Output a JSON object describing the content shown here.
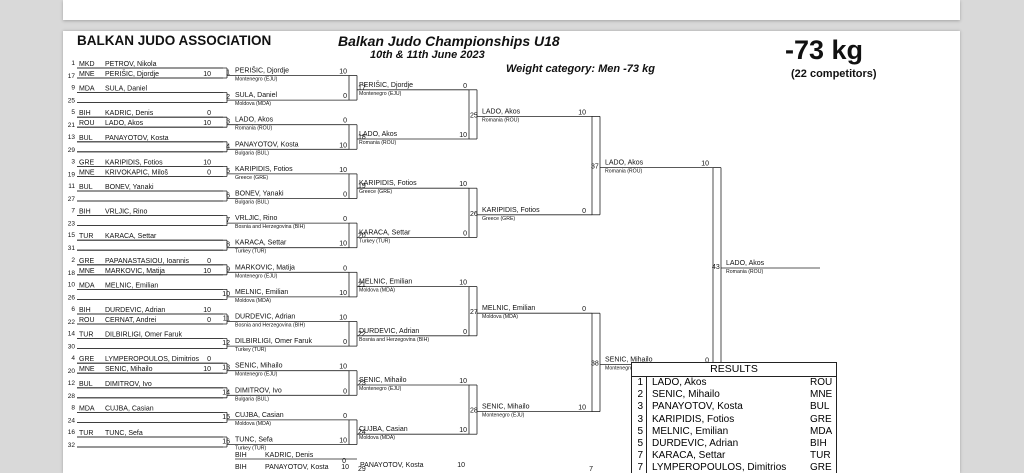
{
  "header": {
    "organization": "BALKAN JUDO ASSOCIATION",
    "event_title": "Balkan Judo Championships U18",
    "dates": "10th & 11th June 2023",
    "weight_category": "Weight category: Men -73 kg",
    "weight_big": "-73 kg",
    "competitors": "(22 competitors)"
  },
  "first_round": [
    {
      "seeds": [
        "1",
        "17"
      ],
      "a": {
        "c": "MKD",
        "n": "PETROV, Nikola",
        "s": ""
      },
      "b": {
        "c": "MNE",
        "n": "PERIŠIC, Djordje",
        "s": "10"
      },
      "box": "1",
      "winner": {
        "n": "PERIŠIC, Djordje",
        "club": "Montenegro (EJU)"
      },
      "ws": "1"
    },
    {
      "seeds": [
        "9",
        "25"
      ],
      "a": {
        "c": "MDA",
        "n": "SULA, Daniel",
        "s": ""
      },
      "b": {
        "c": "",
        "n": "",
        "s": ""
      },
      "box": "2",
      "winner": {
        "n": "SULA, Daniel",
        "club": "Moldova (MDA)"
      },
      "ws": ""
    },
    {
      "seeds": [
        "5",
        "21"
      ],
      "a": {
        "c": "BIH",
        "n": "KADRIC, Denis",
        "s": "0"
      },
      "b": {
        "c": "ROU",
        "n": "LADO, Akos",
        "s": "10"
      },
      "box": "3",
      "winner": {
        "n": "LADO, Akos",
        "club": "Romania (ROU)"
      },
      "ws": ""
    },
    {
      "seeds": [
        "13",
        "29"
      ],
      "a": {
        "c": "BUL",
        "n": "PANAYOTOV, Kosta",
        "s": ""
      },
      "b": {
        "c": "",
        "n": "",
        "s": ""
      },
      "box": "4",
      "winner": {
        "n": "PANAYOTOV, Kosta",
        "club": "Bulgaria (BUL)"
      },
      "ws": ""
    },
    {
      "seeds": [
        "3",
        "19"
      ],
      "a": {
        "c": "GRE",
        "n": "KARIPIDIS, Fotios",
        "s": "10"
      },
      "b": {
        "c": "MNE",
        "n": "KRIVOKAPIC, Miloš",
        "s": "0"
      },
      "box": "5",
      "winner": {
        "n": "KARIPIDIS, Fotios",
        "club": "Greece (GRE)"
      },
      "ws": ""
    },
    {
      "seeds": [
        "11",
        "27"
      ],
      "a": {
        "c": "BUL",
        "n": "BONEV, Yanaki",
        "s": ""
      },
      "b": {
        "c": "",
        "n": "",
        "s": ""
      },
      "box": "6",
      "winner": {
        "n": "BONEV, Yanaki",
        "club": "Bulgaria (BUL)"
      },
      "ws": ""
    },
    {
      "seeds": [
        "7",
        "23"
      ],
      "a": {
        "c": "BIH",
        "n": "VRLJIC, Rino",
        "s": ""
      },
      "b": {
        "c": "",
        "n": "",
        "s": ""
      },
      "box": "7",
      "winner": {
        "n": "VRLJIC, Rino",
        "club": "Bosnia and Herzegovina (BIH)"
      },
      "ws": ""
    },
    {
      "seeds": [
        "15",
        "31"
      ],
      "a": {
        "c": "TUR",
        "n": "KARACA, Settar",
        "s": ""
      },
      "b": {
        "c": "",
        "n": "",
        "s": ""
      },
      "box": "8",
      "winner": {
        "n": "KARACA, Settar",
        "club": "Turkey (TUR)"
      },
      "ws": ""
    },
    {
      "seeds": [
        "2",
        "18"
      ],
      "a": {
        "c": "GRE",
        "n": "PAPANASTASIOU, Ioannis",
        "s": "0"
      },
      "b": {
        "c": "MNE",
        "n": "MARKOVIC, Matija",
        "s": "10"
      },
      "box": "9",
      "winner": {
        "n": "MARKOVIC, Matija",
        "club": "Montenegro (EJU)"
      },
      "ws": ""
    },
    {
      "seeds": [
        "10",
        "26"
      ],
      "a": {
        "c": "MDA",
        "n": "MELNIC, Emilian",
        "s": ""
      },
      "b": {
        "c": "",
        "n": "",
        "s": ""
      },
      "box": "10",
      "winner": {
        "n": "MELNIC, Emilian",
        "club": "Moldova (MDA)"
      },
      "ws": ""
    },
    {
      "seeds": [
        "6",
        "22"
      ],
      "a": {
        "c": "BIH",
        "n": "DURDEVIC, Adrian",
        "s": "10"
      },
      "b": {
        "c": "ROU",
        "n": "CERNAT, Andrei",
        "s": "0"
      },
      "box": "11",
      "winner": {
        "n": "DURDEVIC, Adrian",
        "club": "Bosnia and Herzegovina (BIH)"
      },
      "ws": ""
    },
    {
      "seeds": [
        "14",
        "30"
      ],
      "a": {
        "c": "TUR",
        "n": "DILBIRLIGI, Omer Faruk",
        "s": ""
      },
      "b": {
        "c": "",
        "n": "",
        "s": ""
      },
      "box": "12",
      "winner": {
        "n": "DILBIRLIGI, Omer Faruk",
        "club": "Turkey (TUR)"
      },
      "ws": ""
    },
    {
      "seeds": [
        "4",
        "20"
      ],
      "a": {
        "c": "GRE",
        "n": "LYMPEROPOULOS, Dimitrios",
        "s": "0"
      },
      "b": {
        "c": "MNE",
        "n": "SENIC, Mihailo",
        "s": "10"
      },
      "box": "13",
      "winner": {
        "n": "SENIC, Mihailo",
        "club": "Montenegro (EJU)"
      },
      "ws": ""
    },
    {
      "seeds": [
        "12",
        "28"
      ],
      "a": {
        "c": "BUL",
        "n": "DIMITROV, Ivo",
        "s": ""
      },
      "b": {
        "c": "",
        "n": "",
        "s": ""
      },
      "box": "14",
      "winner": {
        "n": "DIMITROV, Ivo",
        "club": "Bulgaria (BUL)"
      },
      "ws": ""
    },
    {
      "seeds": [
        "8",
        "24"
      ],
      "a": {
        "c": "MDA",
        "n": "CUJBA, Casian",
        "s": ""
      },
      "b": {
        "c": "",
        "n": "",
        "s": ""
      },
      "box": "15",
      "winner": {
        "n": "CUJBA, Casian",
        "club": "Moldova (MDA)"
      },
      "ws": ""
    },
    {
      "seeds": [
        "16",
        "32"
      ],
      "a": {
        "c": "TUR",
        "n": "TUNC, Sefa",
        "s": ""
      },
      "b": {
        "c": "",
        "n": "",
        "s": ""
      },
      "box": "16",
      "winner": {
        "n": "TUNC, Sefa",
        "club": "Turkey (TUR)"
      },
      "ws": ""
    }
  ],
  "round2_scores": [
    [
      "10",
      "0"
    ],
    [
      "0",
      "10"
    ],
    [
      "10",
      "0"
    ],
    [
      "0",
      "10"
    ],
    [
      "0",
      "10"
    ],
    [
      "10",
      "0"
    ],
    [
      "10",
      "0"
    ],
    [
      "0",
      "10"
    ]
  ],
  "round2": [
    {
      "box": "17",
      "winner": {
        "n": "PERIŠIC, Djordje",
        "club": "Montenegro (EJU)"
      }
    },
    {
      "box": "18",
      "winner": {
        "n": "LADO, Akos",
        "club": "Romania (ROU)"
      }
    },
    {
      "box": "19",
      "winner": {
        "n": "KARIPIDIS, Fotios",
        "club": "Greece (GRE)"
      }
    },
    {
      "box": "20",
      "winner": {
        "n": "KARACA, Settar",
        "club": "Turkey (TUR)"
      }
    },
    {
      "box": "21",
      "winner": {
        "n": "MELNIC, Emilian",
        "club": "Moldova (MDA)"
      }
    },
    {
      "box": "22",
      "winner": {
        "n": "DURDEVIC, Adrian",
        "club": "Bosnia and Herzegovina (BIH)"
      }
    },
    {
      "box": "23",
      "winner": {
        "n": "SENIC, Mihailo",
        "club": "Montenegro (EJU)"
      }
    },
    {
      "box": "24",
      "winner": {
        "n": "CUJBA, Casian",
        "club": "Moldova (MDA)"
      }
    }
  ],
  "round3_scores": [
    [
      "0",
      "10"
    ],
    [
      "10",
      "0"
    ],
    [
      "10",
      "0"
    ],
    [
      "10",
      "10"
    ]
  ],
  "round3": [
    {
      "box": "25",
      "winner": {
        "n": "LADO, Akos",
        "club": "Romania (ROU)"
      }
    },
    {
      "box": "26",
      "winner": {
        "n": "KARIPIDIS, Fotios",
        "club": "Greece (GRE)"
      }
    },
    {
      "box": "27",
      "winner": {
        "n": "MELNIC, Emilian",
        "club": "Moldova (MDA)"
      }
    },
    {
      "box": "28",
      "winner": {
        "n": "SENIC, Mihailo",
        "club": "Montenegro (EJU)"
      }
    }
  ],
  "round4_scores": [
    [
      "10",
      "0"
    ],
    [
      "0",
      "10"
    ]
  ],
  "round4": [
    {
      "box": "37",
      "winner": {
        "n": "LADO, Akos",
        "club": "Romania (ROU)"
      }
    },
    {
      "box": "38",
      "winner": {
        "n": "SENIC, Mihailo",
        "club": "Montenegro (EJU)"
      }
    }
  ],
  "final_scores": [
    "10",
    "0"
  ],
  "final": {
    "box": "43",
    "winner": {
      "n": "LADO, Akos",
      "club": "Romania (ROU)"
    }
  },
  "next_page": {
    "fr": [
      {
        "c": "BIH",
        "n": "KADRIC, Denis"
      },
      {
        "c": "BIH",
        "n": "PANAYOTOV, Kosta",
        "s": "10"
      }
    ],
    "box": "29",
    "winner": {
      "n": "PANAYOTOV, Kosta",
      "s": "10"
    },
    "s1": "0",
    "s2": "7"
  },
  "results": {
    "title": "RESULTS",
    "rows": [
      {
        "place": "1",
        "name": "LADO, Akos",
        "country": "ROU"
      },
      {
        "place": "2",
        "name": "SENIC, Mihailo",
        "country": "MNE"
      },
      {
        "place": "3",
        "name": "PANAYOTOV, Kosta",
        "country": "BUL"
      },
      {
        "place": "3",
        "name": "KARIPIDIS, Fotios",
        "country": "GRE"
      },
      {
        "place": "5",
        "name": "MELNIC, Emilian",
        "country": "MDA"
      },
      {
        "place": "5",
        "name": "DURDEVIC, Adrian",
        "country": "BIH"
      },
      {
        "place": "7",
        "name": "KARACA, Settar",
        "country": "TUR"
      },
      {
        "place": "7",
        "name": "LYMPEROPOULOS, Dimitrios",
        "country": "GRE"
      }
    ]
  }
}
